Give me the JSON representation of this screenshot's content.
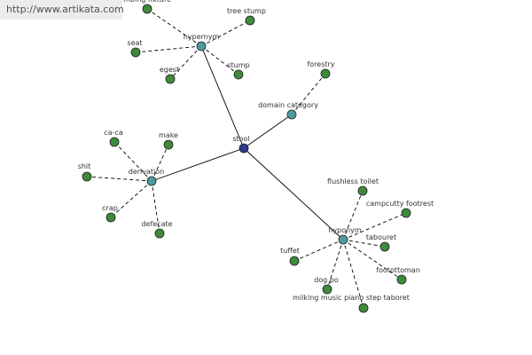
{
  "watermark": "http://www.artikata.com",
  "colors": {
    "center": "#2d3a8a",
    "relation": "#4f9a9e",
    "leaf": "#3f8a3c",
    "edge": "#000000",
    "label": "#333333"
  },
  "graph": {
    "nodes": [
      {
        "id": "stool",
        "label": "stool",
        "kind": "center"
      },
      {
        "id": "hypernym",
        "label": "hypernym",
        "kind": "relation"
      },
      {
        "id": "domain",
        "label": "domain category",
        "kind": "relation"
      },
      {
        "id": "derivation",
        "label": "derivation",
        "kind": "relation"
      },
      {
        "id": "hyponym",
        "label": "hyponym",
        "kind": "relation"
      },
      {
        "id": "plumbing",
        "label": "mbing fixture",
        "kind": "leaf"
      },
      {
        "id": "treestump",
        "label": "tree stump",
        "kind": "leaf"
      },
      {
        "id": "seat",
        "label": "seat",
        "kind": "leaf"
      },
      {
        "id": "egest",
        "label": "egest",
        "kind": "leaf"
      },
      {
        "id": "stump",
        "label": "stump",
        "kind": "leaf"
      },
      {
        "id": "forestry",
        "label": "forestry",
        "kind": "leaf"
      },
      {
        "id": "caca",
        "label": "ca-ca",
        "kind": "leaf"
      },
      {
        "id": "make",
        "label": "make",
        "kind": "leaf"
      },
      {
        "id": "shit",
        "label": "shit",
        "kind": "leaf"
      },
      {
        "id": "crap",
        "label": "crap",
        "kind": "leaf"
      },
      {
        "id": "defecate",
        "label": "defecate",
        "kind": "leaf"
      },
      {
        "id": "flushless",
        "label": "flushless toilet",
        "kind": "leaf"
      },
      {
        "id": "campcutty",
        "label": "campcutty footrest",
        "kind": "leaf"
      },
      {
        "id": "tabouret",
        "label": "tabouret",
        "kind": "leaf"
      },
      {
        "id": "tuffet",
        "label": "tuffet",
        "kind": "leaf"
      },
      {
        "id": "footottoman",
        "label": "footottoman",
        "kind": "leaf"
      },
      {
        "id": "dogpo",
        "label": "dog po",
        "kind": "leaf"
      },
      {
        "id": "pianostool",
        "label": "milking music piano step taboret",
        "kind": "leaf"
      }
    ],
    "edges": [
      {
        "from": "stool",
        "to": "hypernym",
        "style": "solid"
      },
      {
        "from": "stool",
        "to": "domain",
        "style": "solid"
      },
      {
        "from": "stool",
        "to": "derivation",
        "style": "solid"
      },
      {
        "from": "stool",
        "to": "hyponym",
        "style": "solid"
      },
      {
        "from": "hypernym",
        "to": "plumbing",
        "style": "dashed"
      },
      {
        "from": "hypernym",
        "to": "treestump",
        "style": "dashed"
      },
      {
        "from": "hypernym",
        "to": "seat",
        "style": "dashed"
      },
      {
        "from": "hypernym",
        "to": "egest",
        "style": "dashed"
      },
      {
        "from": "hypernym",
        "to": "stump",
        "style": "dashed"
      },
      {
        "from": "domain",
        "to": "forestry",
        "style": "dashed"
      },
      {
        "from": "derivation",
        "to": "caca",
        "style": "dashed"
      },
      {
        "from": "derivation",
        "to": "make",
        "style": "dashed"
      },
      {
        "from": "derivation",
        "to": "shit",
        "style": "dashed"
      },
      {
        "from": "derivation",
        "to": "crap",
        "style": "dashed"
      },
      {
        "from": "derivation",
        "to": "defecate",
        "style": "dashed"
      },
      {
        "from": "hyponym",
        "to": "flushless",
        "style": "dashed"
      },
      {
        "from": "hyponym",
        "to": "campcutty",
        "style": "dashed"
      },
      {
        "from": "hyponym",
        "to": "tabouret",
        "style": "dashed"
      },
      {
        "from": "hyponym",
        "to": "tuffet",
        "style": "dashed"
      },
      {
        "from": "hyponym",
        "to": "footottoman",
        "style": "dashed"
      },
      {
        "from": "hyponym",
        "to": "dogpo",
        "style": "dashed"
      },
      {
        "from": "hyponym",
        "to": "pianostool",
        "style": "dashed"
      }
    ]
  }
}
